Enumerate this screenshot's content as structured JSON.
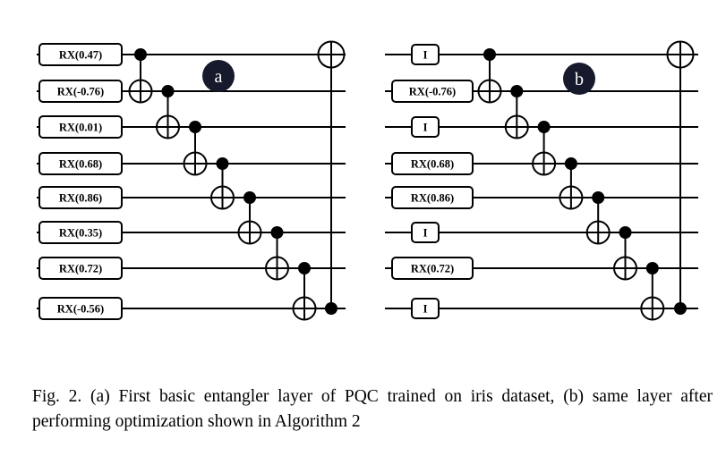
{
  "figure": {
    "panels": [
      {
        "id": "a",
        "label": "a",
        "gates": [
          "RX(0.47)",
          "RX(-0.76)",
          "RX(0.01)",
          "RX(0.68)",
          "RX(0.86)",
          "RX(0.35)",
          "RX(0.72)",
          "RX(-0.56)"
        ]
      },
      {
        "id": "b",
        "label": "b",
        "gates": [
          "I",
          "RX(-0.76)",
          "I",
          "RX(0.68)",
          "RX(0.86)",
          "I",
          "RX(0.72)",
          "I"
        ]
      }
    ],
    "caption": "Fig. 2.  (a) First basic entangler layer of PQC trained on iris dataset, (b) same layer after performing optimization shown in Algorithm 2"
  }
}
